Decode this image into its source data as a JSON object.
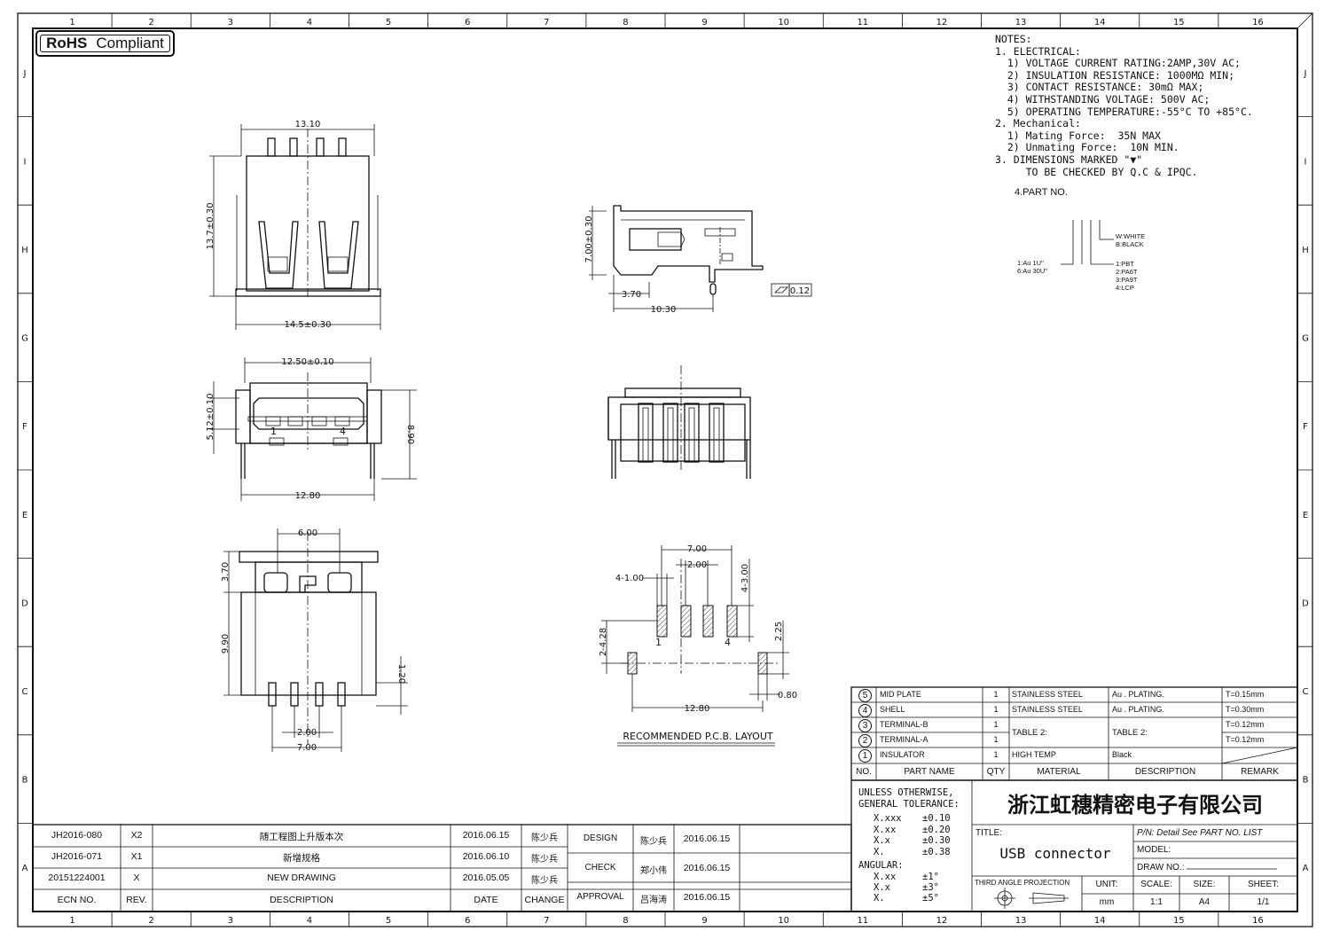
{
  "grid": {
    "columns": [
      "1",
      "2",
      "3",
      "4",
      "5",
      "6",
      "7",
      "8",
      "9",
      "10",
      "11",
      "12",
      "13",
      "14",
      "15",
      "16"
    ],
    "rows": [
      "J",
      "I",
      "H",
      "G",
      "F",
      "E",
      "D",
      "C",
      "B",
      "A"
    ]
  },
  "rohs": {
    "bold": "RoHS",
    "text": "Compliant"
  },
  "notes": [
    "NOTES:",
    "1. ELECTRICAL:",
    "  1) VOLTAGE CURRENT RATING:2AMP,30V AC;",
    "  2) INSULATION RESISTANCE: 1000MΩ MIN;",
    "  3) CONTACT RESISTANCE: 30mΩ MAX;",
    "  4) WITHSTANDING VOLTAGE: 500V AC;",
    "  5) OPERATING TEMPERATURE:-55°C TO +85°C.",
    "2. Mechanical:",
    "  1) Mating Force:  35N MAX",
    "  2) Unmating Force:  10N MIN.",
    "3. DIMENSIONS MARKED \"▼\"",
    "     TO BE CHECKED BY Q.C & IPQC."
  ],
  "part_no": {
    "label": "4.PART NO.",
    "color_codes": [
      "W:WHITE",
      "B:BLACK"
    ],
    "plating_codes": [
      "1:Au 1U\"",
      "6:Au 30U\""
    ],
    "material_codes": [
      "1:PBT",
      "2:PA6T",
      "3:PA9T",
      "4:LCP"
    ]
  },
  "dims": {
    "top_width": "13.10",
    "top_height": "13.7±0.30",
    "top_base": "14.5±0.30",
    "front_width": "12.50±0.10",
    "front_height": "5.12±0.10",
    "front_total": "8.90",
    "front_base": "12.80",
    "pin1": "1",
    "pin4": "4",
    "bottom_pitch6": "6.00",
    "bottom_3_70": "3.70",
    "bottom_9_90": "9.90",
    "bottom_1_20": "1.20",
    "bottom_2_00": "2.00",
    "bottom_7_00": "7.00",
    "side_height": "7.00±0.30",
    "side_3_70": "3.70",
    "side_10_30": "10.30",
    "flatness": "0.12",
    "pcb_7_00": "7.00",
    "pcb_2_00": "2.00",
    "pcb_4_1_00": "4-1.00",
    "pcb_4_3_00": "4-3.00",
    "pcb_2_4_28": "2-4.28",
    "pcb_2_25": "2.25",
    "pcb_0_80": "0.80",
    "pcb_12_80": "12.80",
    "pcb_pin1": "1",
    "pcb_pin4": "4",
    "pcb_title": "RECOMMENDED  P.C.B. LAYOUT"
  },
  "bom": {
    "rows": [
      {
        "no": "5",
        "name": "MID PLATE",
        "qty": "1",
        "material": "STAINLESS STEEL",
        "description": "Au . PLATING.",
        "remark": "T=0.15mm"
      },
      {
        "no": "4",
        "name": "SHELL",
        "qty": "1",
        "material": "STAINLESS STEEL",
        "description": "Au . PLATING.",
        "remark": "T=0.30mm"
      },
      {
        "no": "3",
        "name": "TERMINAL-B",
        "qty": "1",
        "material": "TABLE 2:",
        "description": "TABLE 2:",
        "remark": "T=0.12mm"
      },
      {
        "no": "2",
        "name": "TERMINAL-A",
        "qty": "1",
        "material": "",
        "description": "",
        "remark": "T=0.12mm"
      },
      {
        "no": "1",
        "name": "INSULATOR",
        "qty": "1",
        "material": "HIGH TEMP",
        "description": "Black",
        "remark": ""
      }
    ],
    "header": {
      "no": "NO.",
      "name": "PART NAME",
      "qty": "QTY",
      "material": "MATERIAL",
      "description": "DESCRIPTION",
      "remark": "REMARK"
    }
  },
  "title_block": {
    "tolerance_title_1": "UNLESS OTHERWISE,",
    "tolerance_title_2": "GENERAL TOLERANCE:",
    "tolerances": [
      {
        "k": "X.xxx",
        "v": "±0.10"
      },
      {
        "k": "X.xx",
        "v": "±0.20"
      },
      {
        "k": "X.x",
        "v": "±0.30"
      },
      {
        "k": "X.",
        "v": "±0.38"
      }
    ],
    "angular_label": "ANGULAR:",
    "angular": [
      {
        "k": "X.xx",
        "v": "±1°"
      },
      {
        "k": "X.x",
        "v": "±3°"
      },
      {
        "k": "X.",
        "v": "±5°"
      }
    ],
    "company": "浙江虹穗精密电子有限公司",
    "title_label": "TITLE:",
    "title": "USB connector",
    "pn": "P/N: Detail  See  PART  NO.  LIST",
    "model": "MODEL:",
    "drawing_no": "DRAW  NO.:",
    "projection": "THIRD  ANGLE  PROJECTION",
    "unit_label": "UNIT:",
    "unit": "mm",
    "scale_label": "SCALE:",
    "scale": "1:1",
    "size_label": "SIZE:",
    "size": "A4",
    "sheet_label": "SHEET:",
    "sheet": "1/1"
  },
  "revisions": {
    "rows": [
      {
        "ecn": "JH2016-080",
        "rev": "X2",
        "desc": "随工程图上升版本次",
        "date": "2016.06.15",
        "change": "陈少兵"
      },
      {
        "ecn": "JH2016-071",
        "rev": "X1",
        "desc": "新增规格",
        "date": "2016.06.10",
        "change": "陈少兵"
      },
      {
        "ecn": "20151224001",
        "rev": "X",
        "desc": "NEW  DRAWING",
        "date": "2016.05.05",
        "change": "陈少兵"
      }
    ],
    "header": {
      "ecn": "ECN  NO.",
      "rev": "REV.",
      "desc": "DESCRIPTION",
      "date": "DATE",
      "change": "CHANGE"
    }
  },
  "approvals": [
    {
      "role": "DESIGN",
      "name": "陈少兵",
      "date": "2016.06.15"
    },
    {
      "role": "CHECK",
      "name": "郑小伟",
      "date": "2016.06.15"
    },
    {
      "role": "APPROVAL",
      "name": "吕海涛",
      "date": "2016.06.15"
    }
  ]
}
